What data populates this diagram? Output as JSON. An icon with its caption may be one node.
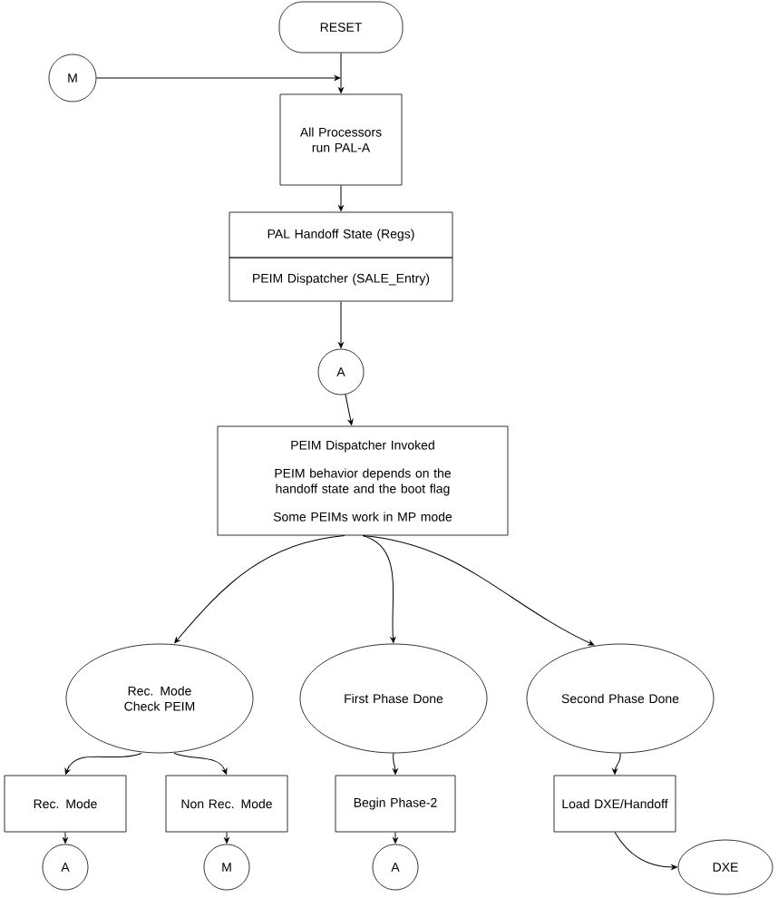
{
  "diagram": {
    "nodes": [
      {
        "text": [
          "RESET"
        ]
      },
      {
        "text": [
          "M"
        ]
      },
      {
        "text": [
          "All Processors run PAL-A"
        ]
      },
      {
        "text": [
          "PAL Handoff State (Regs)"
        ]
      },
      {
        "text": [
          "PEIM Dispatcher (SALE_Entry)"
        ]
      },
      {
        "text": [
          "A"
        ]
      },
      {
        "text": [
          "PEIM Dispatcher Invoked",
          "PEIM behavior depends on the handoff state and the boot flag",
          "Some PEIMs work in MP mode"
        ]
      },
      {
        "text": [
          "Rec. Mode Check PEIM"
        ]
      },
      {
        "text": [
          "First Phase Done"
        ]
      },
      {
        "text": [
          "Second Phase Done"
        ]
      },
      {
        "text": [
          "Rec. Mode"
        ]
      },
      {
        "text": [
          "Non Rec. Mode"
        ]
      },
      {
        "text": [
          "Begin Phase-2"
        ]
      },
      {
        "text": [
          "Load DXE/Handoff"
        ]
      },
      {
        "text": [
          "A"
        ]
      },
      {
        "text": [
          "M"
        ]
      },
      {
        "text": [
          "A"
        ]
      },
      {
        "text": [
          "DXE"
        ]
      }
    ],
    "edges": [
      {
        "from": 0,
        "to": 2,
        "arrow": "to"
      },
      {
        "from": 1,
        "to": 2,
        "arrow": "to"
      },
      {
        "from": 2,
        "to": 3,
        "arrow": "to"
      },
      {
        "from": 4,
        "to": 5,
        "arrow": "to"
      },
      {
        "from": 5,
        "to": 6,
        "arrow": "to"
      },
      {
        "from": 6,
        "to": 7,
        "arrow": "to"
      },
      {
        "from": 6,
        "to": 8,
        "arrow": "to"
      },
      {
        "from": 6,
        "to": 9,
        "arrow": "to"
      },
      {
        "from": 7,
        "to": 10,
        "arrow": "to"
      },
      {
        "from": 7,
        "to": 11,
        "arrow": "to"
      },
      {
        "from": 8,
        "to": 12,
        "arrow": "to"
      },
      {
        "from": 9,
        "to": 13,
        "arrow": "to"
      },
      {
        "from": 10,
        "to": 14,
        "arrow": "to"
      },
      {
        "from": 11,
        "to": 15,
        "arrow": "to"
      },
      {
        "from": 12,
        "to": 16,
        "arrow": "to"
      },
      {
        "from": 13,
        "to": 17,
        "arrow": "to"
      }
    ]
  }
}
